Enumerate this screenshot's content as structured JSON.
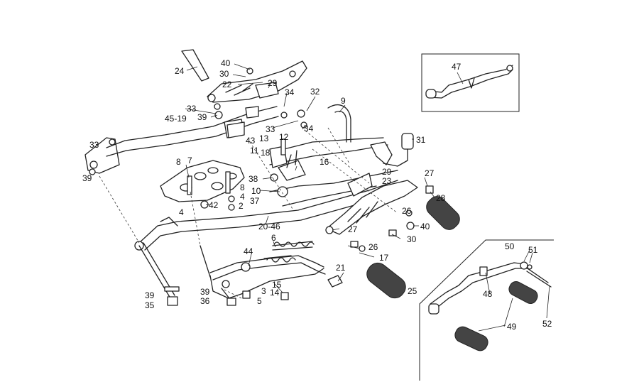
{
  "labels": {
    "p40a": "40",
    "p30a": "30",
    "p22": "22",
    "p29a": "29",
    "p24": "24",
    "p34a": "34",
    "p32": "32",
    "p33a": "33",
    "p39a": "39",
    "p45_19": "45-19",
    "p9": "9",
    "p33b": "33",
    "p34b": "34",
    "p43": "43",
    "p13": "13",
    "p12": "12",
    "p11": "11",
    "p18": "18",
    "p31": "31",
    "p33c": "33",
    "p39b": "39",
    "p8a": "8",
    "p7": "7",
    "p8b": "8",
    "p4a": "4",
    "p42": "42",
    "p4b": "4",
    "p2": "2",
    "p16": "16",
    "p29b": "29",
    "p23": "23",
    "p27a": "27",
    "p28": "28",
    "p38": "38",
    "p10": "10",
    "p37": "37",
    "p26a": "26",
    "p20_46": "20-46",
    "p40b": "40",
    "p27b": "27",
    "p30b": "30",
    "p6": "6",
    "p26b": "26",
    "p17": "17",
    "p44": "44",
    "p21": "21",
    "p25": "25",
    "p15": "15",
    "p14": "14",
    "p39c": "39",
    "p3": "3",
    "p5": "5",
    "p36": "36",
    "p39d": "39",
    "p35": "35",
    "p47": "47",
    "p50": "50",
    "p51": "51",
    "p48": "48",
    "p52": "52",
    "p49": "49"
  }
}
